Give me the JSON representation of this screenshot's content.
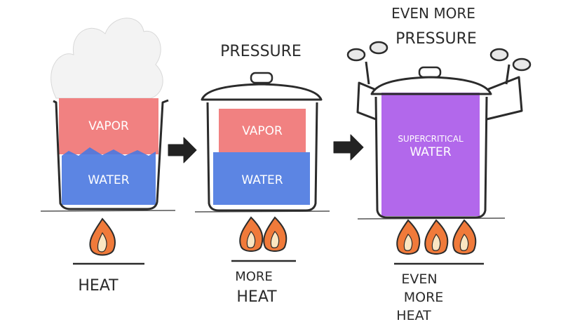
{
  "stages": [
    {
      "top_label": "",
      "vapor_label": "VAPOR",
      "liquid_label": "WATER",
      "heat_label_lines": [
        "HEAT"
      ],
      "flames": 1
    },
    {
      "top_label": "PRESSURE",
      "vapor_label": "VAPOR",
      "liquid_label": "WATER",
      "heat_label_lines": [
        "MORE",
        "HEAT"
      ],
      "flames": 2
    },
    {
      "top_label_lines": [
        "EVEN MORE",
        "PRESSURE"
      ],
      "fluid_label_lines": [
        "SUPERCRITICAL",
        "WATER"
      ],
      "heat_label_lines": [
        "EVEN",
        "MORE",
        "HEAT"
      ],
      "flames": 3
    }
  ],
  "colors": {
    "vapor": "#ef6b6b",
    "water": "#4a78e0",
    "supercritical": "#a44ee8",
    "flame_outer": "#f07a3a",
    "flame_inner": "#fbe6c2",
    "ink": "#2b2b2b",
    "steam": "#f2f2f2"
  }
}
